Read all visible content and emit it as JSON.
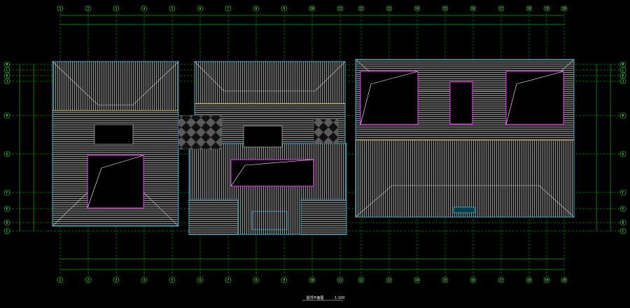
{
  "drawing": {
    "title": "屋顶平面图",
    "scale": "1:100",
    "colors": {
      "background": "#000000",
      "grid": "#00ff00",
      "roof_hatch": "#8a8a8a",
      "roof_edge": "#3ad6ff",
      "skylight": "#ff33ff",
      "ridge": "#ffcc33",
      "text": "#ffffff"
    }
  },
  "grid_top": [
    "1",
    "2",
    "3",
    "4",
    "5",
    "6",
    "7",
    "8",
    "9",
    "10",
    "11",
    "12",
    "13",
    "14",
    "15",
    "16",
    "17",
    "18",
    "19",
    "20"
  ],
  "grid_left": [
    "M",
    "L",
    "K",
    "J",
    "H",
    "G",
    "F",
    "E",
    "D",
    "C"
  ],
  "grid_right": [
    "M",
    "L",
    "K",
    "J",
    "H",
    "G",
    "F",
    "E",
    "D",
    "C"
  ]
}
